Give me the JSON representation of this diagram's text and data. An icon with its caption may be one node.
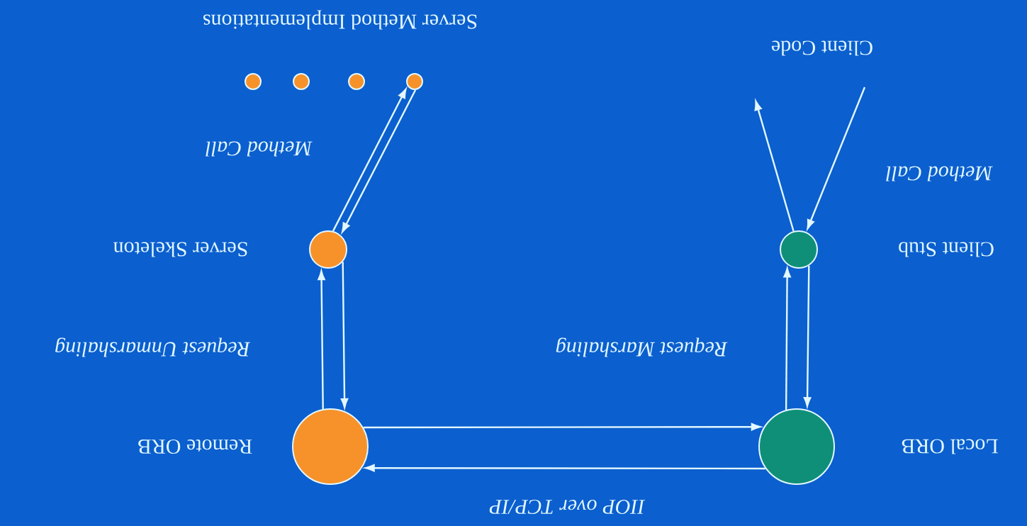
{
  "diagram": {
    "nodes": [
      {
        "text": [
          "Client Code"
        ]
      },
      {
        "text": [],
        "shape": "circle"
      },
      {
        "text": [],
        "shape": "circle"
      },
      {
        "text": [],
        "shape": "circle"
      },
      {
        "text": [],
        "shape": "circle"
      },
      {
        "text": [],
        "shape": "circle",
        "beside": [
          "Server Skeleton"
        ]
      },
      {
        "text": [],
        "shape": "circle",
        "beside": [
          "Client Stub"
        ]
      },
      {
        "text": [],
        "shape": "circle",
        "beside": [
          "Remote ORB"
        ]
      },
      {
        "text": [],
        "shape": "circle",
        "beside": [
          "Local ORB"
        ]
      }
    ],
    "edges": [
      {
        "from": 5,
        "to": 4,
        "arrow": "to",
        "label": "Method Call"
      },
      {
        "from": 4,
        "to": 5,
        "arrow": "to"
      },
      {
        "from": 6,
        "to": 0,
        "arrow": "to"
      },
      {
        "from": 0,
        "to": 6,
        "arrow": "to",
        "label": "Method Call"
      },
      {
        "from": 7,
        "to": 5,
        "arrow": "to",
        "label": "Request Unmarshaling"
      },
      {
        "from": 5,
        "to": 7,
        "arrow": "to"
      },
      {
        "from": 8,
        "to": 6,
        "arrow": "to",
        "label": "Request Marshaling"
      },
      {
        "from": 6,
        "to": 8,
        "arrow": "to"
      },
      {
        "from": 7,
        "to": 8,
        "arrow": "to"
      },
      {
        "from": 8,
        "to": 7,
        "arrow": "to",
        "label": "IIOP over TCP/IP"
      }
    ],
    "labels": [
      "Server Method Implementations"
    ]
  }
}
